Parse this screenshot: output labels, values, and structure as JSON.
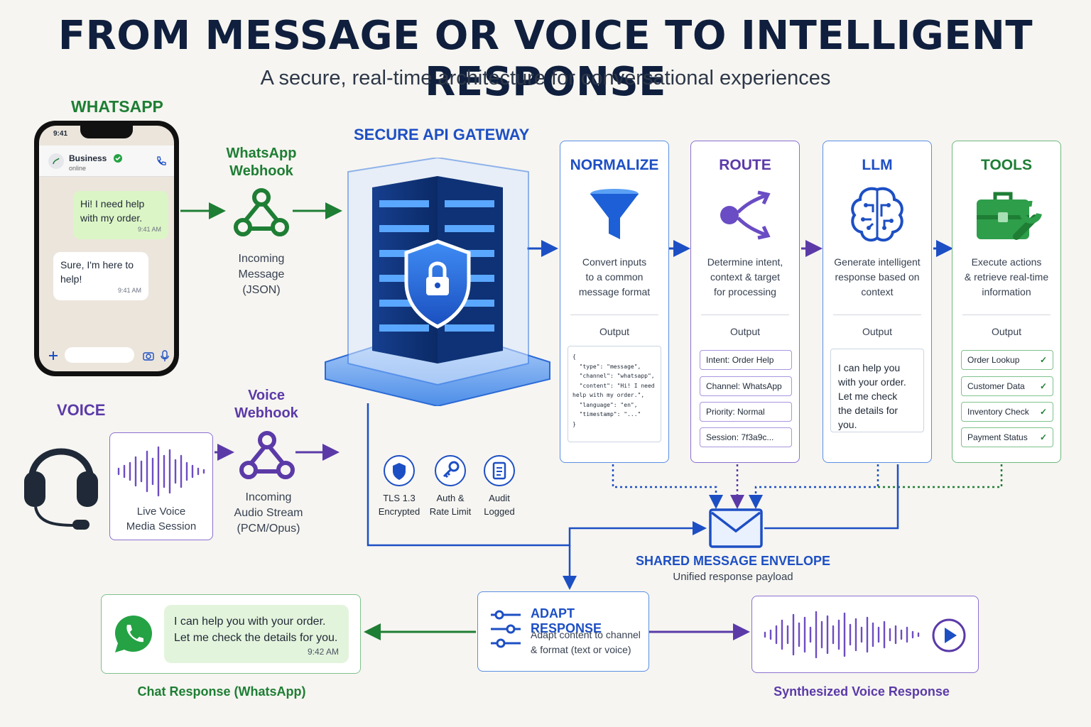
{
  "title": "FROM MESSAGE OR VOICE TO INTELLIGENT RESPONSE",
  "subtitle": "A secure, real-time architecture for conversational experiences",
  "whatsapp": {
    "label": "WHATSAPP",
    "phone": {
      "time": "9:41",
      "contact": "Business",
      "status": "online",
      "msg_out": "Hi! I need help with my order.",
      "msg_out_time": "9:41 AM",
      "msg_in": "Sure, I'm here to help!",
      "msg_in_time": "9:41 AM"
    },
    "webhook_title": [
      "WhatsApp",
      "Webhook"
    ],
    "webhook_desc": [
      "Incoming",
      "Message",
      "(JSON)"
    ]
  },
  "voice": {
    "label": "VOICE",
    "session": [
      "Live Voice",
      "Media Session"
    ],
    "webhook_title": [
      "Voice",
      "Webhook"
    ],
    "webhook_desc": [
      "Incoming",
      "Audio Stream",
      "(PCM/Opus)"
    ]
  },
  "gateway": {
    "title": "SECURE API GATEWAY",
    "features": [
      {
        "icon": "shield-icon",
        "lines": [
          "TLS 1.3",
          "Encrypted"
        ]
      },
      {
        "icon": "key-icon",
        "lines": [
          "Auth &",
          "Rate Limit"
        ]
      },
      {
        "icon": "document-icon",
        "lines": [
          "Audit",
          "Logged"
        ]
      }
    ]
  },
  "stages": [
    {
      "title": "NORMALIZE",
      "icon": "funnel-icon",
      "desc": [
        "Convert inputs",
        "to a common",
        "message format"
      ],
      "output_label": "Output",
      "json_lines": [
        "{",
        "  \"type\": \"message\",",
        "  \"channel\": \"whatsapp\",",
        "  \"content\": \"Hi! I need",
        "help with my order.\",",
        "  \"language\": \"en\",",
        "  \"timestamp\": \"...\"",
        "}"
      ]
    },
    {
      "title": "ROUTE",
      "icon": "route-icon",
      "desc": [
        "Determine intent,",
        "context & target",
        "for processing"
      ],
      "output_label": "Output",
      "pills": [
        "Intent:  Order Help",
        "Channel:  WhatsApp",
        "Priority:  Normal",
        "Session:  7f3a9c..."
      ]
    },
    {
      "title": "LLM",
      "icon": "brain-icon",
      "desc": [
        "Generate intelligent",
        "response based on",
        "context"
      ],
      "output_label": "Output",
      "output_lines": [
        "I can help you",
        "with your order.",
        "Let me check",
        "the details for you."
      ]
    },
    {
      "title": "TOOLS",
      "icon": "toolbox-icon",
      "desc": [
        "Execute actions",
        "& retrieve real-time",
        "information"
      ],
      "output_label": "Output",
      "checks": [
        "Order Lookup",
        "Customer Data",
        "Inventory Check",
        "Payment Status"
      ],
      "check_mark": "✓"
    }
  ],
  "envelope": {
    "title": "SHARED MESSAGE ENVELOPE",
    "subtitle": "Unified response payload"
  },
  "adapt": {
    "title": "ADAPT RESPONSE",
    "desc": [
      "Adapt content to channel",
      "& format (text or voice)"
    ]
  },
  "chat_response": {
    "lines": [
      "I can help you with your order.",
      "Let me check the details for you."
    ],
    "time": "9:42 AM",
    "caption": "Chat Response (WhatsApp)"
  },
  "voice_response": {
    "caption": "Synthesized Voice Response"
  },
  "colors": {
    "green": "#1e7e34",
    "blue": "#1d4fc4",
    "purple": "#5b3aa8",
    "navy": "#0f1f3d"
  }
}
